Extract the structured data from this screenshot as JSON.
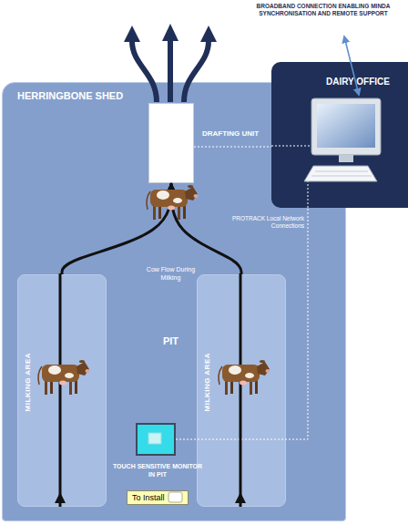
{
  "diagram": {
    "nodes": [
      {
        "text": [
          "HERRINGBONE SHED"
        ]
      },
      {
        "text": [
          "DRAFTING UNIT"
        ],
        "in": 0
      },
      {
        "text": [
          "DAIRY OFFICE"
        ]
      },
      {
        "text": [
          "MILKING AREA"
        ],
        "in": 0
      },
      {
        "text": [
          "MILKING AREA"
        ],
        "in": 0
      },
      {
        "text": [
          "TOUCH SENSITIVE MONITOR IN PIT"
        ],
        "in": 0
      },
      {
        "text": [
          "To Install"
        ],
        "in": 0
      }
    ],
    "edges": [
      {
        "from": 3,
        "to": 1,
        "arrow": "to"
      },
      {
        "from": 4,
        "to": 1,
        "arrow": "to"
      },
      {
        "from": 1,
        "to": 2,
        "arrow": "none"
      },
      {
        "from": 5,
        "to": 2,
        "arrow": "none",
        "label": "PROTRACK Local Network Connections"
      }
    ],
    "labels": [
      "BROADBAND CONNECTION ENABLING MINDA SYNCHRONISATION AND REMOTE SUPPORT",
      "Cow Flow During Milking",
      "PIT"
    ]
  }
}
